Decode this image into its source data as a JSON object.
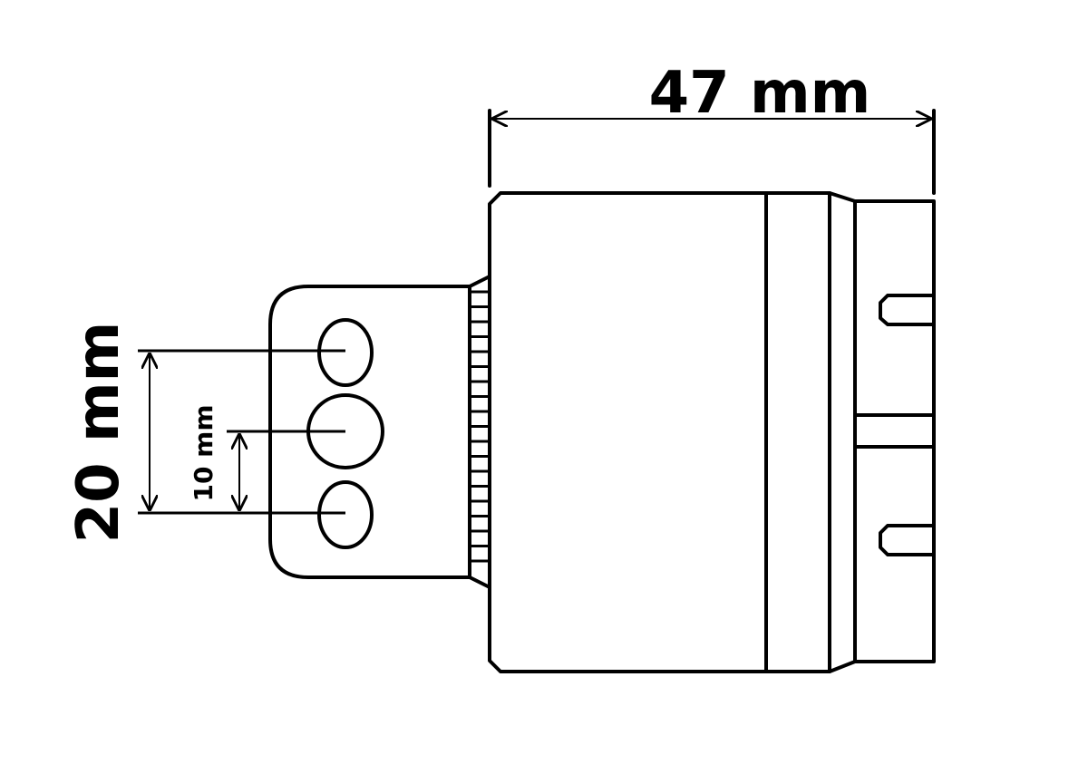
{
  "dimensions": {
    "width_label": "47 mm",
    "outer_pin_spacing_label": "20 mm",
    "inner_pin_spacing_label": "10 mm"
  },
  "colors": {
    "line": "#000000",
    "background": "#ffffff"
  }
}
